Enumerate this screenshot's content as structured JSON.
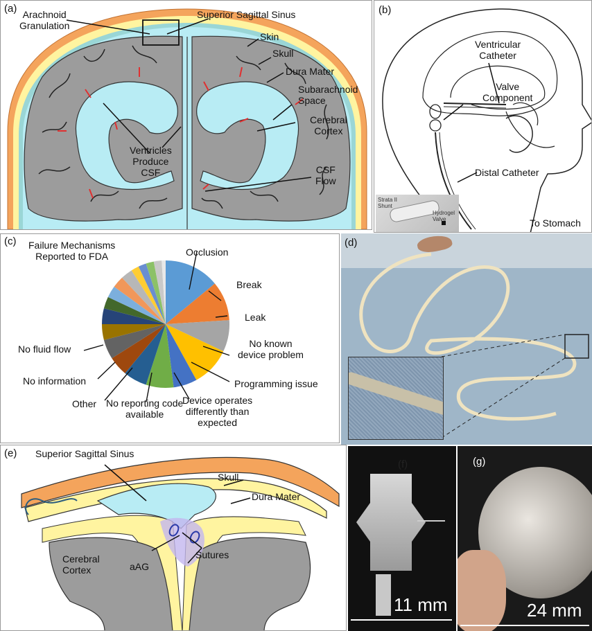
{
  "panel_a": {
    "tag": "(a)",
    "labels": {
      "arachnoid_granulation": "Arachnoid\nGranulation",
      "superior_sagittal_sinus": "Superior Sagittal Sinus",
      "skin": "Skin",
      "skull": "Skull",
      "dura_mater": "Dura Mater",
      "subarachnoid_space": "Subarachnoid\nSpace",
      "cerebral_cortex": "Cerebral\nCortex",
      "ventricles": "Ventricles\nProduce\nCSF",
      "csf_flow": "CSF\nFlow"
    },
    "colors": {
      "skin": "#f4a45c",
      "skull": "#fff4a0",
      "csf": "#b8ecf4",
      "brain": "#9c9c9c",
      "arrow": "#e03030"
    }
  },
  "panel_b": {
    "tag": "(b)",
    "labels": {
      "ventricular_catheter": "Ventricular\nCatheter",
      "valve_component": "Valve\nComponent",
      "distal_catheter": "Distal Catheter",
      "to_stomach": "To Stomach",
      "inset_left": "Strata II\nShunt",
      "inset_right": "Hydrogel\nValve"
    }
  },
  "panel_c": {
    "tag": "(c)",
    "title": "Failure Mechanisms\nReported to FDA",
    "labels": {
      "occlusion": "Occlusion",
      "break": "Break",
      "leak": "Leak",
      "no_known": "No known\ndevice problem",
      "programming": "Programming issue",
      "operates": "Device operates\ndifferently than\nexpected",
      "no_code": "No reporting code\navailable",
      "other": "Other",
      "no_info": "No information",
      "no_fluid": "No fluid flow"
    }
  },
  "panel_d": {
    "tag": "(d)"
  },
  "panel_e": {
    "tag": "(e)",
    "labels": {
      "superior_sagittal_sinus": "Superior Sagittal Sinus",
      "skull": "Skull",
      "dura_mater": "Dura Mater",
      "cerebral_cortex": "Cerebral\nCortex",
      "aag": "aAG",
      "sutures": "Sutures"
    }
  },
  "panel_f": {
    "tag": "(f)",
    "scale": "11 mm"
  },
  "panel_g": {
    "tag": "(g)",
    "scale": "24 mm"
  }
}
